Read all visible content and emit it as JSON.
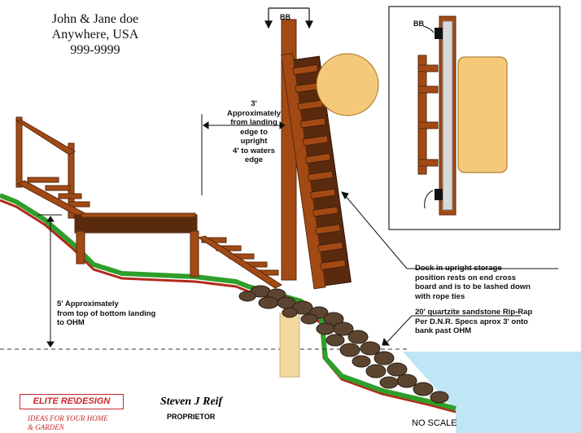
{
  "owner": {
    "name": "John & Jane doe",
    "location": "Anywhere, USA",
    "phone": "999-9999"
  },
  "labels": {
    "bb_top": "BB",
    "bb_inset": "BB",
    "distance_note": [
      "3'",
      "Approximately",
      "from landing",
      "edge to",
      "upright",
      "4' to waters",
      "edge"
    ],
    "landing_note": [
      "5' Approximately",
      "from top of bottom landing",
      "to OHM"
    ],
    "storage_note": [
      "Dock  in upright storage",
      "position rests on end cross",
      "board and is to be lashed down",
      "with rope ties"
    ],
    "riprap_note": [
      "20' quartzite sandstone Rip-Rap",
      "Per D.N.R. Specs aprox  3' onto",
      "bank past OHM"
    ]
  },
  "footer": {
    "logo": "ELITE RE\\DESIGN",
    "tagline": [
      "IDEAS FOR YOUR HOME",
      "& GARDEN"
    ],
    "signature": "Steven J Reif",
    "title": "PROPRIETOR",
    "scale": "NO SCALE"
  },
  "colors": {
    "wood": "#a34a14",
    "wood_dark": "#5a2a0e",
    "grass": "#2f9e2a",
    "soil": "#b02a1a",
    "water": "#bfe6f5",
    "rock": "#5c4530",
    "post": "#f3d9a0",
    "logo_red": "#c8282a"
  }
}
